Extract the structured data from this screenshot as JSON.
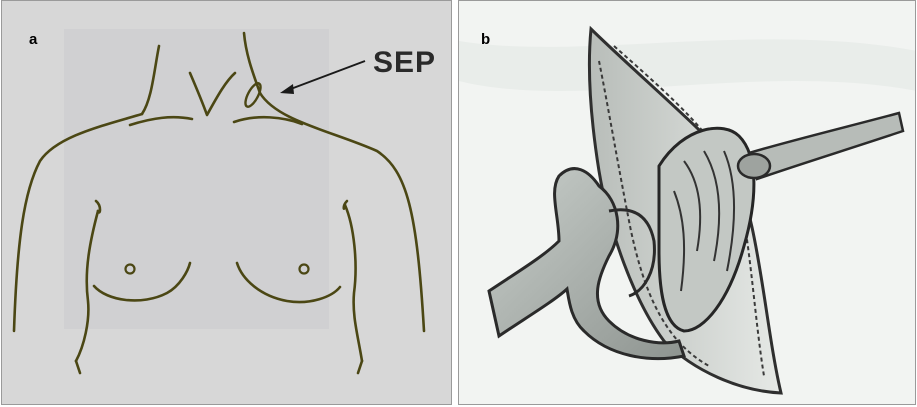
{
  "figure": {
    "panel_a": {
      "letter": "a",
      "annotation_label": "SEP",
      "line_color": "#4b4714",
      "accent_color": "#b8a63c",
      "background_color": "#d7d7d7"
    },
    "panel_b": {
      "letter": "b",
      "sketch_color": "#3a3a3a",
      "background_color": "#f4f6f4"
    }
  }
}
